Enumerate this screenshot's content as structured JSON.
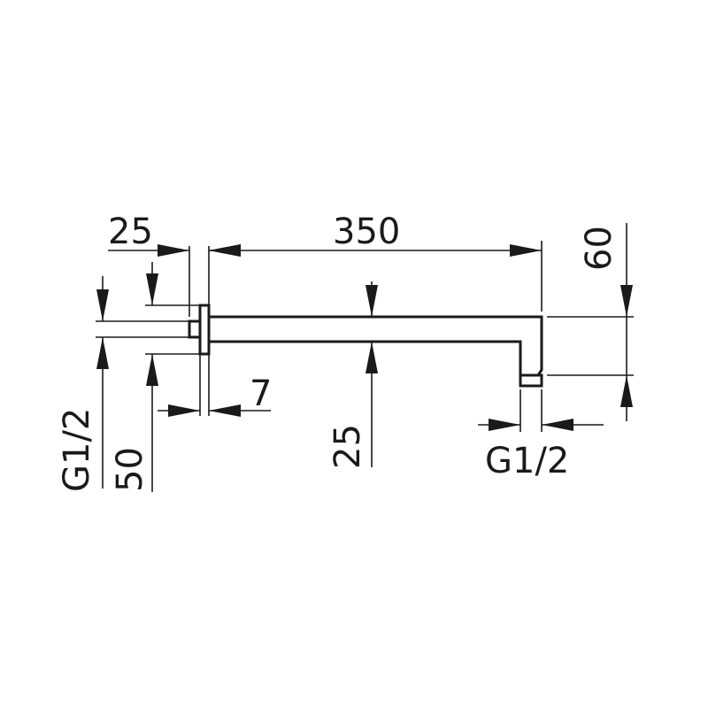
{
  "diagram": {
    "dimensions": {
      "flange_width": "25",
      "arm_length": "350",
      "drop_height": "60",
      "wall_thread": "G1/2",
      "flange_diameter": "50",
      "flange_thickness": "7",
      "arm_section": "25",
      "outlet_thread": "G1/2"
    },
    "colors": {
      "ink": "#1a1a1a",
      "background": "#ffffff"
    }
  }
}
